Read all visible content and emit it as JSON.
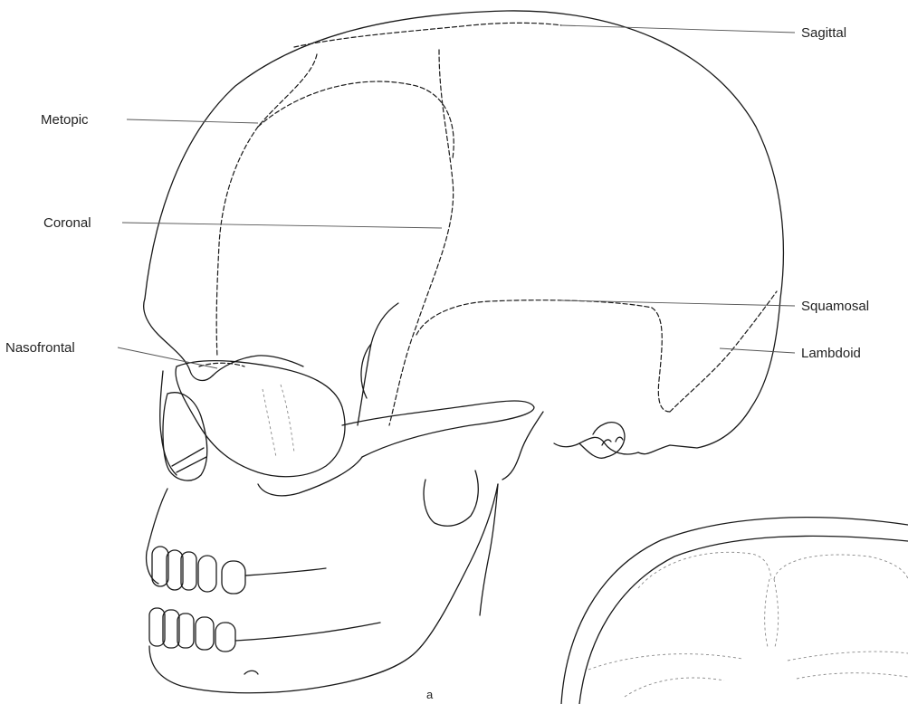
{
  "figure": {
    "panel_label": "a",
    "sutures": {
      "sagittal": "Sagittal",
      "metopic": "Metopic",
      "coronal": "Coronal",
      "squamosal": "Squamosal",
      "nasofrontal": "Nasofrontal",
      "lambdoid": "Lambdoid"
    }
  }
}
